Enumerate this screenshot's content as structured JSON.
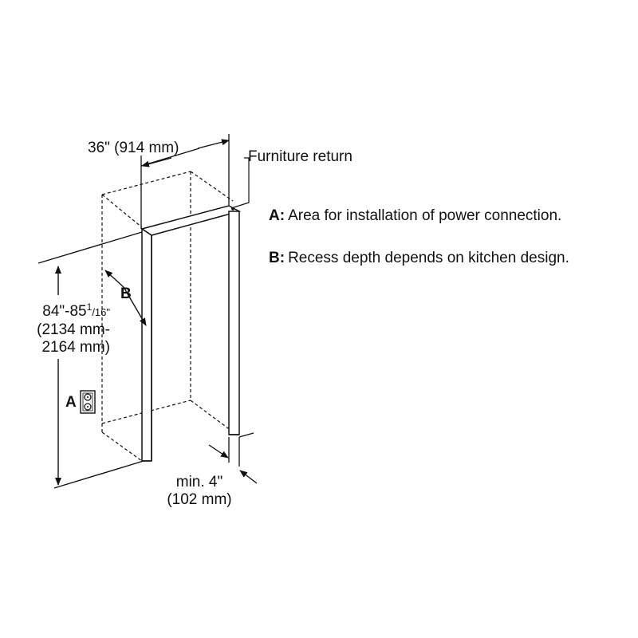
{
  "labels": {
    "width_dim": "36\" (914 mm)",
    "furniture_return": "Furniture return",
    "marker_b": "B",
    "marker_a": "A",
    "height_line1_main": "84\"-85",
    "height_line1_sup": "1",
    "height_line1_den": "/16\"",
    "height_line2": "(2134 mm-",
    "height_line3": "2164 mm)",
    "min_line1": "min. 4\"",
    "min_line2": "(102 mm)"
  },
  "legend": [
    {
      "key": "A:",
      "text": "Area for installation of power connection."
    },
    {
      "key": "B:",
      "text": "Recess depth depends on kitchen design."
    }
  ]
}
